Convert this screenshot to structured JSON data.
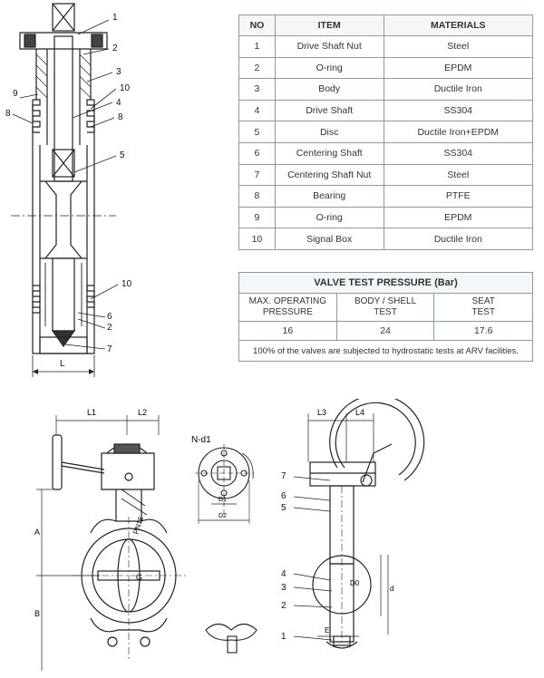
{
  "materials_table": {
    "headers": {
      "no": "NO",
      "item": "ITEM",
      "materials": "MATERIALS"
    },
    "rows": [
      {
        "no": "1",
        "item": "Drive Shaft Nut",
        "material": "Steel"
      },
      {
        "no": "2",
        "item": "O-ring",
        "material": "EPDM"
      },
      {
        "no": "3",
        "item": "Body",
        "material": "Ductile Iron"
      },
      {
        "no": "4",
        "item": "Drive Shaft",
        "material": "SS304"
      },
      {
        "no": "5",
        "item": "Disc",
        "material": "Ductile Iron+EPDM"
      },
      {
        "no": "6",
        "item": "Centering Shaft",
        "material": "SS304"
      },
      {
        "no": "7",
        "item": "Centering Shaft Nut",
        "material": "Steel"
      },
      {
        "no": "8",
        "item": "Bearing",
        "material": "PTFE"
      },
      {
        "no": "9",
        "item": "O-ring",
        "material": "EPDM"
      },
      {
        "no": "10",
        "item": "Signal Box",
        "material": "Ductile Iron"
      }
    ]
  },
  "pressure_table": {
    "title": "VALVE TEST PRESSURE (Bar)",
    "headers": [
      {
        "line1": "MAX. OPERATING",
        "line2": "PRESSURE"
      },
      {
        "line1": "BODY / SHELL",
        "line2": "TEST"
      },
      {
        "line1": "SEAT",
        "line2": "TEST"
      }
    ],
    "values": [
      "16",
      "24",
      "17.6"
    ],
    "note": "100% of the valves are subjected to hydrostatic tests at ARV facilities."
  },
  "section_view": {
    "callouts": [
      "1",
      "2",
      "3",
      "10",
      "4",
      "8",
      "5",
      "10",
      "6",
      "2",
      "7",
      "9",
      "8"
    ],
    "dim_L": "L"
  },
  "front_view": {
    "dims": {
      "L1": "L1",
      "L2": "L2",
      "A": "A",
      "B": "B"
    },
    "body_mark": "PN16",
    "disc_mark": "G"
  },
  "flange_view": {
    "label_nd1": "N-d1",
    "dim_D1": "D1",
    "dim_D2": "D2"
  },
  "side_view": {
    "dims": {
      "L3": "L3",
      "L4": "L4",
      "E": "E",
      "D0": "D0",
      "d": "d"
    },
    "callouts": [
      "7",
      "6",
      "5",
      "4",
      "3",
      "2",
      "1"
    ]
  }
}
